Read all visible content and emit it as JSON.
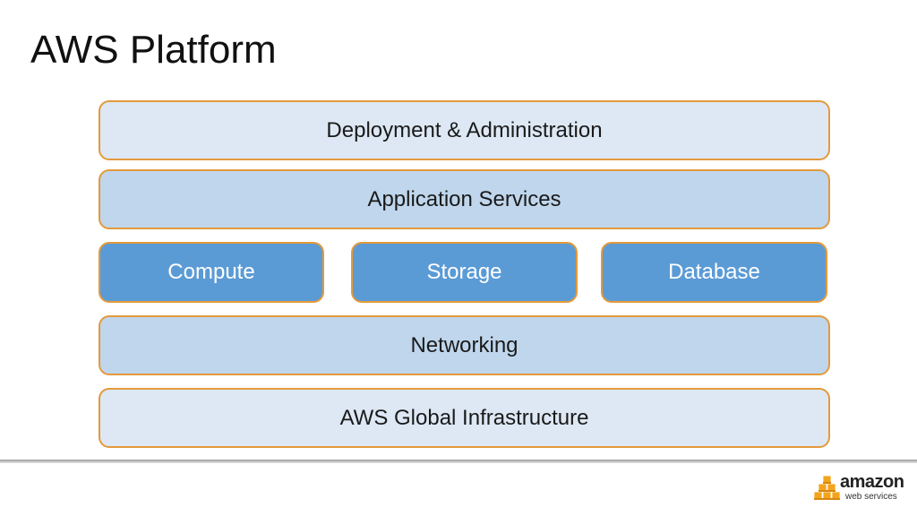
{
  "slide": {
    "title": "AWS Platform"
  },
  "layers": {
    "deployment": "Deployment & Administration",
    "application": "Application Services",
    "compute": "Compute",
    "storage": "Storage",
    "database": "Database",
    "networking": "Networking",
    "infrastructure": "AWS Global Infrastructure"
  },
  "footer_logo": {
    "wordmark": "amazon",
    "subtitle": "web services"
  },
  "colors": {
    "border": "#e39a3b",
    "pale_fill": "#dde8f4",
    "light_fill": "#bfd6ec",
    "service_fill": "#5b9bd5"
  }
}
